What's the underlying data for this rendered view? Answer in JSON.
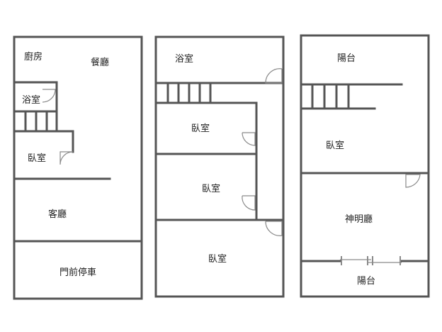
{
  "colors": {
    "wall": "#555555",
    "door": "#8a8a8a",
    "label": "#222222",
    "background": "#ffffff"
  },
  "floors": [
    {
      "rooms": [
        {
          "id": "kitchen",
          "label": "廚房"
        },
        {
          "id": "dining",
          "label": "餐廳"
        },
        {
          "id": "bath",
          "label": "浴室"
        },
        {
          "id": "bedroom",
          "label": "臥室"
        },
        {
          "id": "living",
          "label": "客廳"
        },
        {
          "id": "parking",
          "label": "門前停車"
        }
      ]
    },
    {
      "rooms": [
        {
          "id": "bath",
          "label": "浴室"
        },
        {
          "id": "bedroom-1",
          "label": "臥室"
        },
        {
          "id": "bedroom-2",
          "label": "臥室"
        },
        {
          "id": "bedroom-3",
          "label": "臥室"
        }
      ]
    },
    {
      "rooms": [
        {
          "id": "balcony-back",
          "label": "陽台"
        },
        {
          "id": "bedroom",
          "label": "臥室"
        },
        {
          "id": "shrine-hall",
          "label": "神明廳"
        },
        {
          "id": "balcony-front",
          "label": "陽台"
        }
      ]
    }
  ]
}
